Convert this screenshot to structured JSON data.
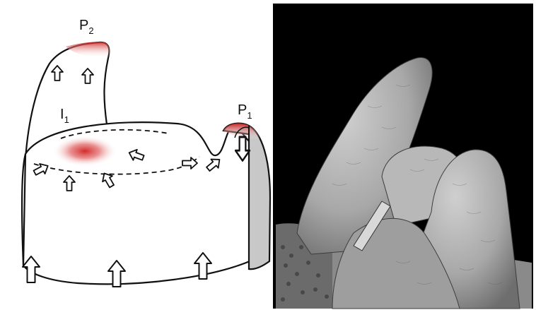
{
  "diagram": {
    "labels": {
      "p2": {
        "main": "P",
        "sub": "2"
      },
      "p1": {
        "main": "P",
        "sub": "1"
      },
      "i1": {
        "main": "I",
        "sub": "1"
      }
    },
    "colors": {
      "outline": "#111111",
      "auxin_red": "#d42a2a",
      "primordium_side": "#c8c8c8",
      "photo_background": "#000000"
    },
    "arrow_icons": [
      "up-arrow-icon",
      "diagonal-arrow-icon",
      "down-arrow-icon"
    ]
  }
}
